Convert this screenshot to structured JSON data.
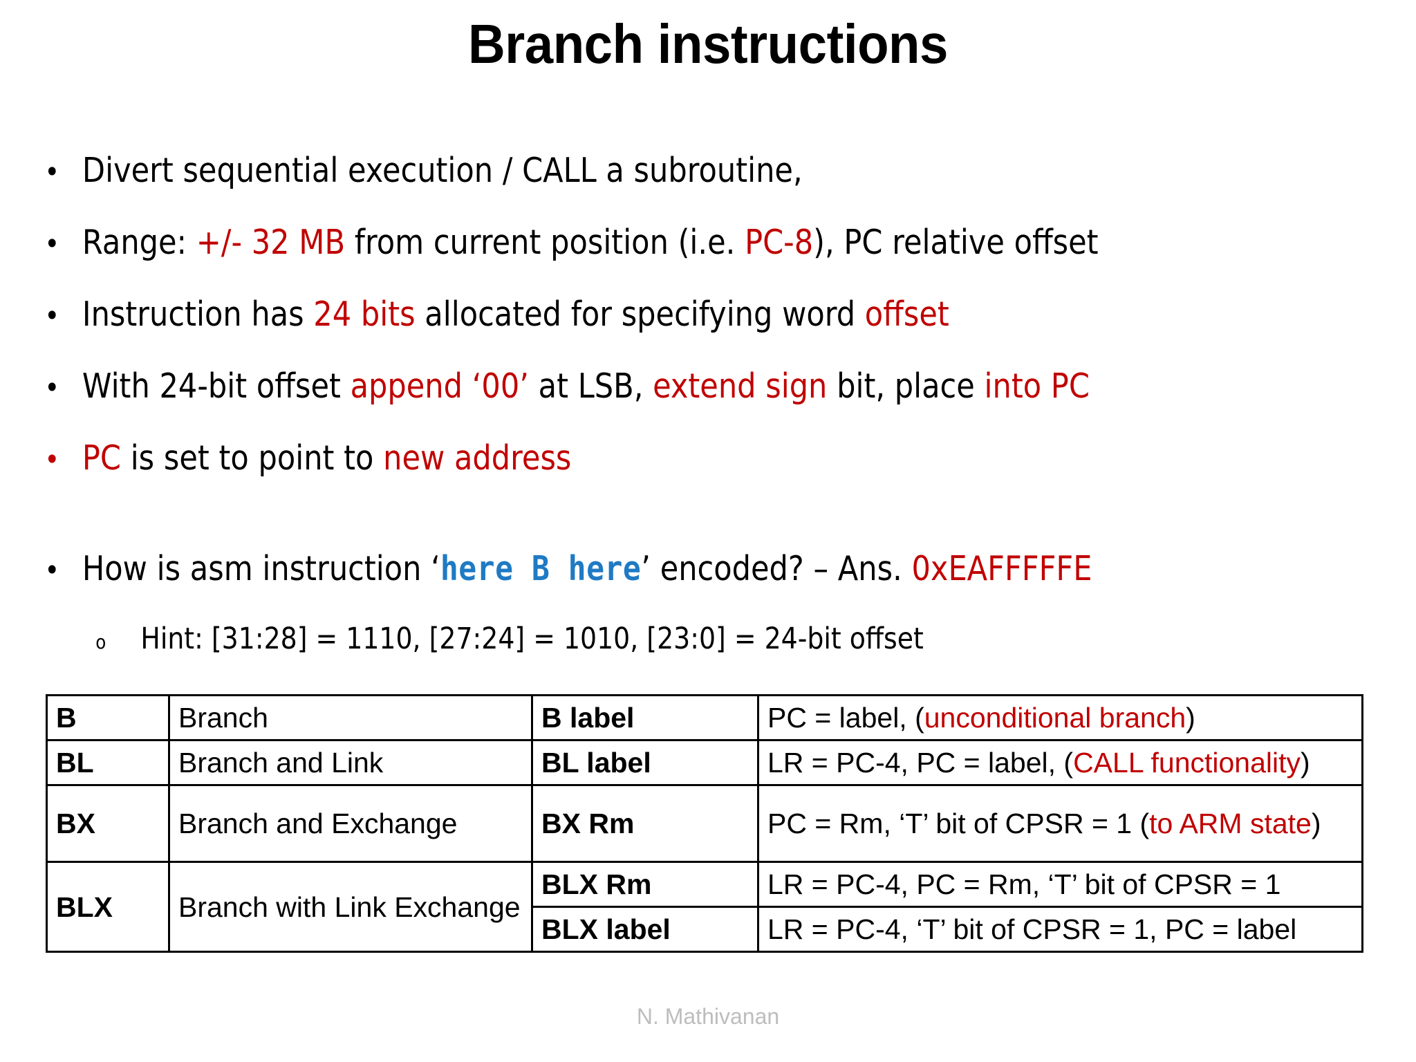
{
  "slide": {
    "title": "Branch instructions",
    "bullets": [
      {
        "marker": "•",
        "marker_color": "black",
        "segments": [
          {
            "text": "Divert sequential execution / CALL a subroutine,",
            "style": "black"
          }
        ]
      },
      {
        "marker": "•",
        "marker_color": "black",
        "segments": [
          {
            "text": "Range: ",
            "style": "black"
          },
          {
            "text": "+/- 32 MB",
            "style": "red"
          },
          {
            "text": " from current position (i.e. ",
            "style": "black"
          },
          {
            "text": "PC-8",
            "style": "red"
          },
          {
            "text": "), PC relative offset",
            "style": "black"
          }
        ]
      },
      {
        "marker": "•",
        "marker_color": "black",
        "segments": [
          {
            "text": "Instruction has ",
            "style": "black"
          },
          {
            "text": "24 bits",
            "style": "red"
          },
          {
            "text": " allocated for specifying word ",
            "style": "black"
          },
          {
            "text": "offset",
            "style": "red"
          }
        ]
      },
      {
        "marker": "•",
        "marker_color": "black",
        "segments": [
          {
            "text": "With 24-bit offset ",
            "style": "black"
          },
          {
            "text": "append ‘00’",
            "style": "red"
          },
          {
            "text": " at LSB, ",
            "style": "black"
          },
          {
            "text": "extend sign",
            "style": "red"
          },
          {
            "text": " bit, place ",
            "style": "black"
          },
          {
            "text": "into PC",
            "style": "red"
          }
        ]
      },
      {
        "marker": "•",
        "marker_color": "red",
        "segments": [
          {
            "text": "PC",
            "style": "red"
          },
          {
            "text": " is set to point to ",
            "style": "black"
          },
          {
            "text": "new address",
            "style": "red"
          }
        ]
      }
    ],
    "question_bullet": {
      "marker": "•",
      "marker_color": "black",
      "segments": [
        {
          "text": "How is asm instruction ‘",
          "style": "black"
        },
        {
          "text": "here B here",
          "style": "blue-mono"
        },
        {
          "text": "’ encoded? – Ans. ",
          "style": "black"
        },
        {
          "text": "0xEAFFFFFE",
          "style": "red"
        }
      ]
    },
    "sub_bullet": {
      "marker": "o",
      "segments": [
        {
          "text": "Hint: [31:28] = 1110, [27:24] = 1010, [23:0] = 24-bit offset",
          "style": "black"
        }
      ]
    },
    "table": {
      "rows": [
        {
          "mnemonic": "B",
          "description": "Branch",
          "syntax": "B label",
          "effect": [
            {
              "text": "PC = label, (",
              "style": "black"
            },
            {
              "text": "unconditional branch",
              "style": "red"
            },
            {
              "text": ")",
              "style": "black"
            }
          ]
        },
        {
          "mnemonic": "BL",
          "description": "Branch and Link",
          "syntax": "BL label",
          "effect": [
            {
              "text": "LR = PC-4, PC = label,  (",
              "style": "black"
            },
            {
              "text": "CALL functionality",
              "style": "red"
            },
            {
              "text": ")",
              "style": "black"
            }
          ]
        },
        {
          "mnemonic": "BX",
          "description": "Branch and Exchange",
          "syntax": "BX Rm",
          "effect": [
            {
              "text": "PC = Rm, ‘T’ bit of CPSR = 1 (",
              "style": "black"
            },
            {
              "text": "to ARM state",
              "style": "red"
            },
            {
              "text": ")",
              "style": "black"
            }
          ]
        },
        {
          "mnemonic": "BLX",
          "description": "Branch with Link Exchange",
          "syntax": "BLX Rm",
          "effect": [
            {
              "text": "LR = PC-4, PC = Rm, ‘T’ bit of CPSR = 1",
              "style": "black"
            }
          ]
        },
        {
          "mnemonic": "",
          "description": "",
          "syntax": "BLX label",
          "effect": [
            {
              "text": "LR = PC-4,  ‘T’ bit of CPSR = 1, PC = label",
              "style": "black"
            }
          ]
        }
      ]
    },
    "footer": "N. Mathivanan",
    "colors": {
      "accent_red": "#C00000",
      "accent_blue": "#1F7AC4",
      "text_black": "#000000",
      "footer_gray": "#BDBDBD",
      "background": "#FFFFFF"
    }
  }
}
